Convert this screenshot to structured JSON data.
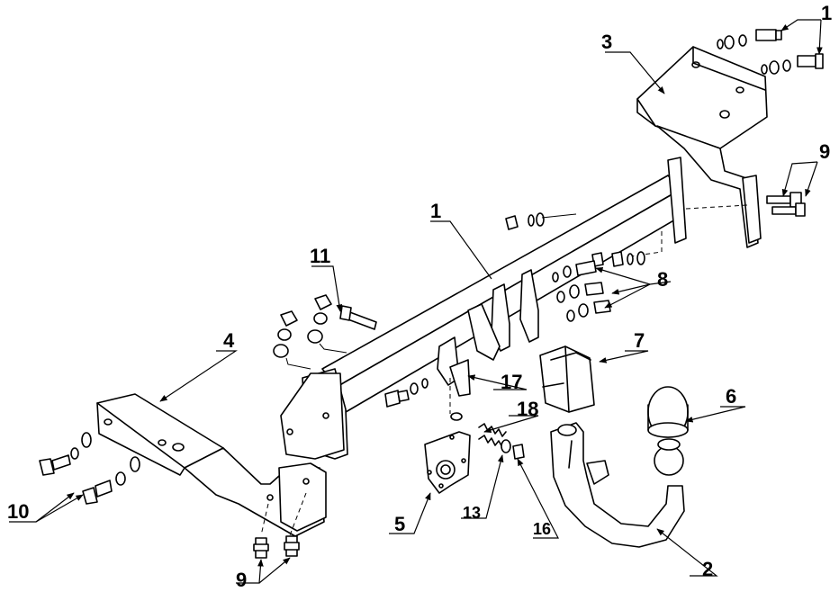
{
  "labels": {
    "p1": "1",
    "p2": "2",
    "p3": "3",
    "p4": "4",
    "p5": "5",
    "p6": "6",
    "p7": "7",
    "p8": "8",
    "p9a": "9",
    "p9b": "9",
    "p10": "10",
    "p11": "11",
    "p13": "13",
    "p16": "16",
    "p17": "17",
    "p18": "18",
    "p1top": "1"
  }
}
